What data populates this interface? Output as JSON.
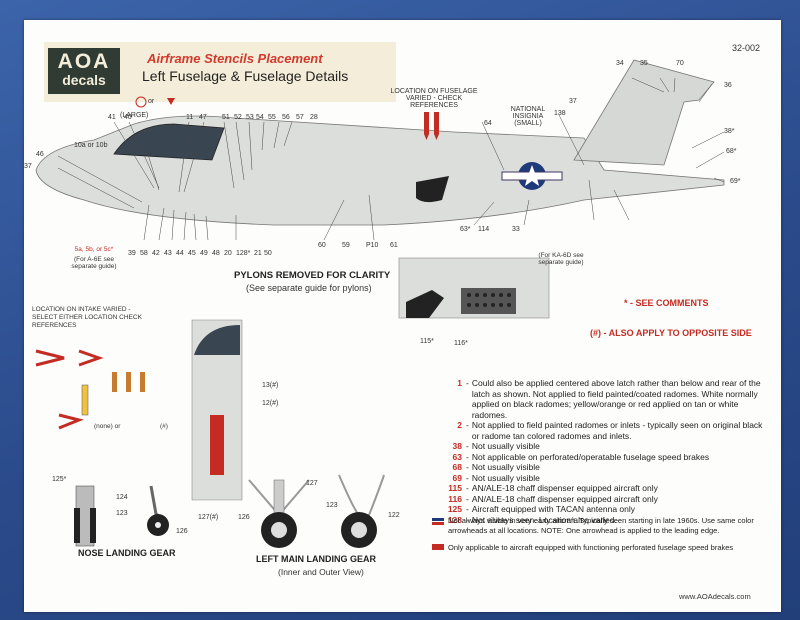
{
  "header": {
    "logo_top": "AOA",
    "logo_bottom": "decals",
    "title": "Airframe Stencils Placement",
    "subtitle": "Left Fuselage & Fuselage Details",
    "sheet_code": "32-002"
  },
  "callouts": {
    "location_note": "LOCATION ON FUSELAGE VARIED - CHECK REFERENCES",
    "national_insignia": "NATIONAL INSIGNIA (SMALL)",
    "large": "(LARGE)",
    "or": "or",
    "ka6d_guide": "(For KA-6D see separate guide)",
    "a6e_guide": "(For A-6E see separate guide)",
    "series_note": "5a, 5b, or 5c*",
    "pylons_title": "PYLONS REMOVED FOR CLARITY",
    "pylons_sub": "(See separate guide for pylons)",
    "see_comments": "* - SEE COMMENTS",
    "opposite_side": "(#) - ALSO APPLY TO OPPOSITE SIDE",
    "intake_note": "LOCATION ON INTAKE VARIED - SELECT EITHER LOCATION CHECK REFERENCES",
    "none_or": "(none) or",
    "hash": "(#)",
    "nose_gear": "NOSE LANDING GEAR",
    "main_gear": "LEFT MAIN LANDING GEAR",
    "main_gear_sub": "(Inner and Outer View)"
  },
  "top_numbers": [
    "41",
    "40",
    "10a or 10b",
    "11",
    "47",
    "51",
    "52",
    "53",
    "54",
    "55",
    "56",
    "57",
    "28",
    "34",
    "35",
    "70",
    "36",
    "37",
    "138",
    "64"
  ],
  "left_numbers": [
    "46",
    "37"
  ],
  "bottom_numbers": [
    "39",
    "58",
    "42",
    "43",
    "44",
    "45",
    "49",
    "48",
    "20",
    "128*",
    "21",
    "50",
    "60",
    "59",
    "P10",
    "61",
    "63*",
    "114",
    "33"
  ],
  "right_numbers": [
    "38*",
    "68*",
    "69*"
  ],
  "detail_numbers": [
    "115*",
    "116*"
  ],
  "intake_numbers": [
    "13(#)",
    "12(#)"
  ],
  "nose_numbers": [
    "125*",
    "124",
    "123",
    "126",
    "127(#)"
  ],
  "main_numbers": [
    "126",
    "127",
    "123",
    "122"
  ],
  "comments": [
    {
      "num": "1",
      "text": "Could also be applied centered above latch rather than below and rear of the latch as shown. Not applied to field painted/coated radomes. White normally applied on black radomes; yellow/orange or red applied on tan or white radomes."
    },
    {
      "num": "2",
      "text": "Not applied to field painted radomes or inlets - typically seen on original black or radome tan colored radomes and inlets."
    },
    {
      "num": "38",
      "text": "Not usually visible"
    },
    {
      "num": "63",
      "text": "Not applicable on perforated/operatable fuselage speed brakes"
    },
    {
      "num": "68",
      "text": "Not usually visible"
    },
    {
      "num": "69",
      "text": "Not usually visible"
    },
    {
      "num": "115",
      "text": "AN/ALE-18 chaff dispenser equipped aircraft only"
    },
    {
      "num": "116",
      "text": "AN/ALE-18 chaff dispenser equipped aircraft only"
    },
    {
      "num": "125",
      "text": "Aircraft equipped with TACAN antenna only"
    },
    {
      "num": "128",
      "text": "Not always seen. Location also varied."
    }
  ],
  "legend": {
    "arrow_note": "Not always visible in very early aircraft. Typically seen starting in late 1960s. Use same color arrowheads at all locations. NOTE: One arrowhead is applied to the leading edge.",
    "brake_note": "Only applicable to aircraft equipped with functioning perforated fuselage speed brakes"
  },
  "footer": "www.AOAdecals.com",
  "colors": {
    "accent": "#c42b22",
    "frame": "#2f4f8f",
    "paper": "#fdfdfb",
    "airframe": "#d9dbd8",
    "insignia_blue": "#1f3a78"
  }
}
